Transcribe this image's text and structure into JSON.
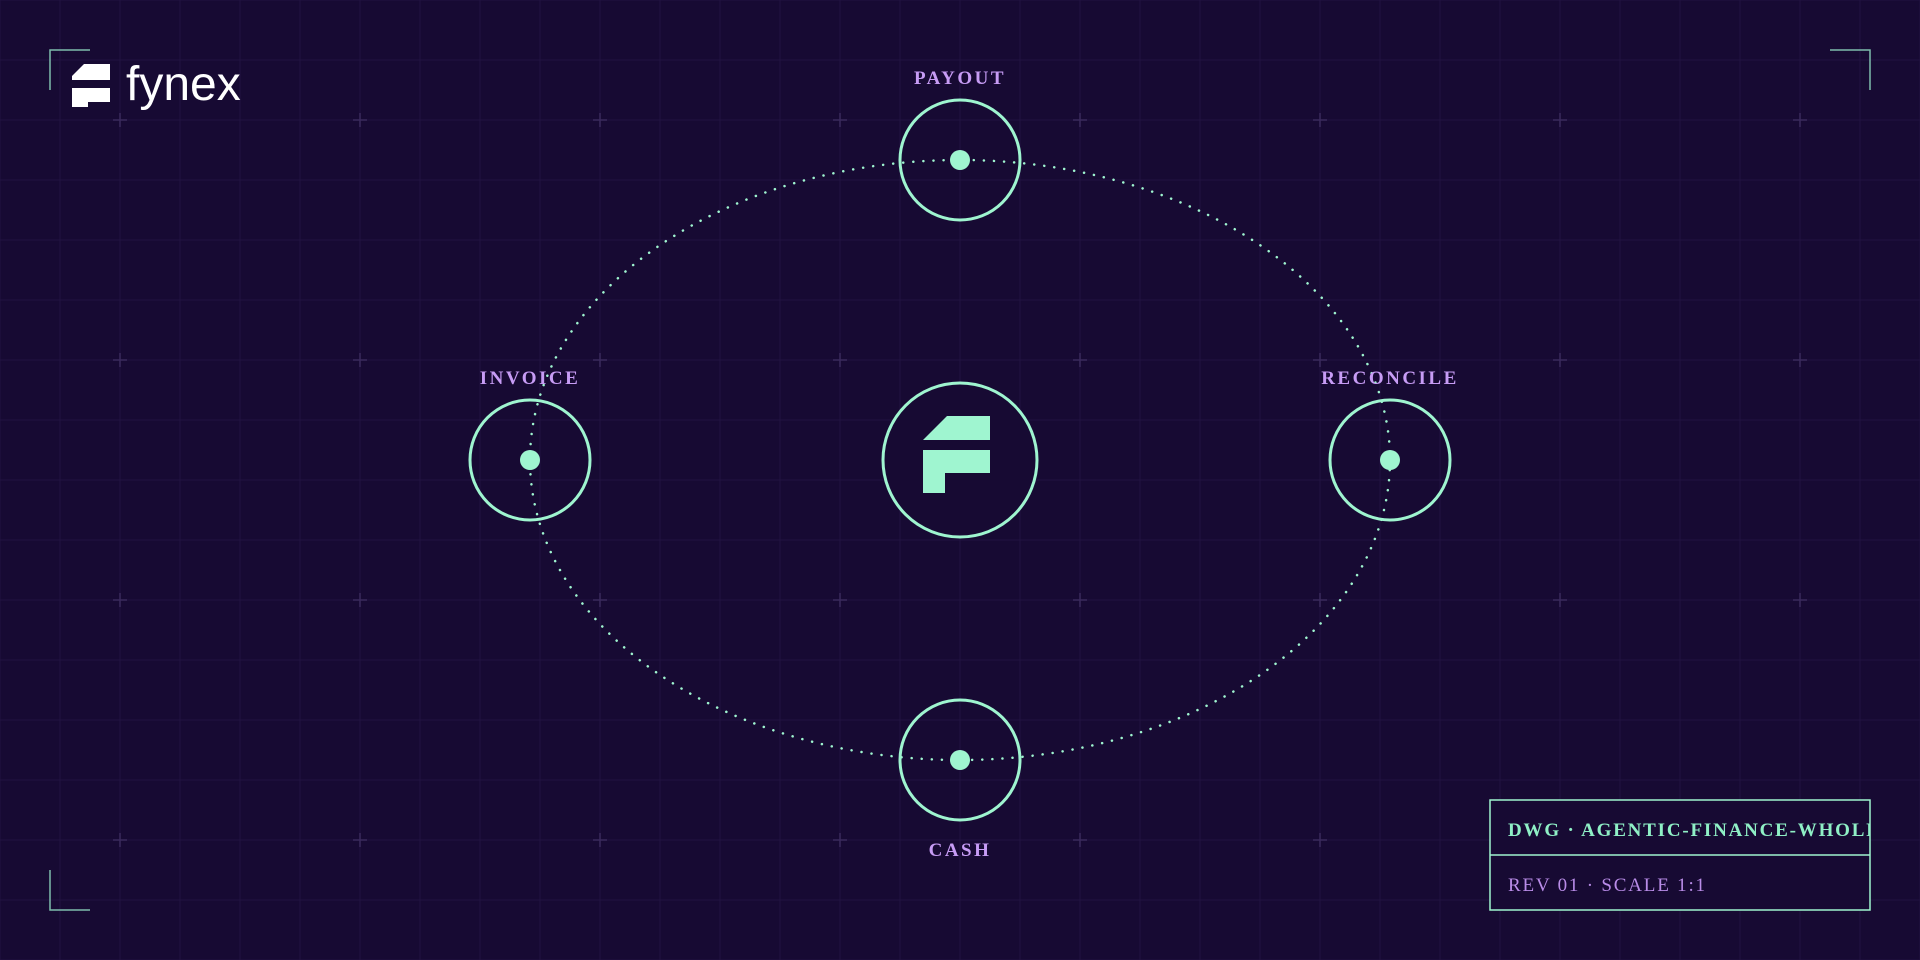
{
  "brand": {
    "name": "fynex",
    "logo_icon": "fynex-f-mark-icon"
  },
  "center": {
    "icon": "fynex-f-mark-icon"
  },
  "nodes": [
    {
      "id": "payout",
      "label": "PAYOUT"
    },
    {
      "id": "reconcile",
      "label": "RECONCILE"
    },
    {
      "id": "cash",
      "label": "CASH"
    },
    {
      "id": "invoice",
      "label": "INVOICE"
    }
  ],
  "title_block": {
    "line1": "DWG · AGENTIC-FINANCE-WHOLE-",
    "line2": "REV 01 · SCALE 1:1"
  },
  "colors": {
    "background": "#170a33",
    "accent_mint": "#9ff5d0",
    "label_purple": "#c79cf5",
    "grid": "#221340"
  }
}
